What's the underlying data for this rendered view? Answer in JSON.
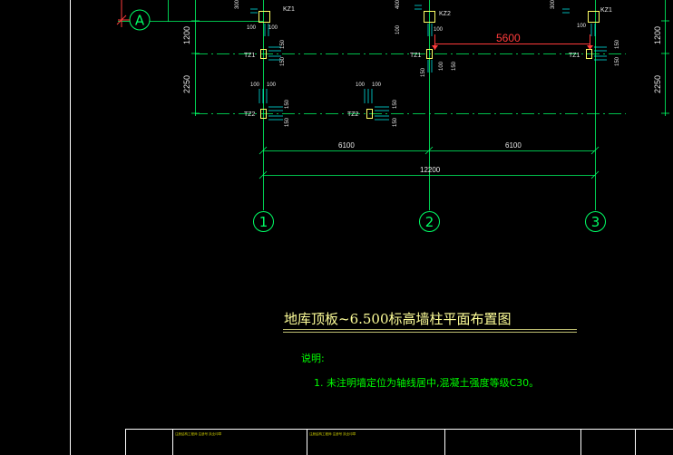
{
  "drawing": {
    "title": "地库顶板~6.500标高墙柱平面布置图",
    "notes_heading": "说明:",
    "note_1": "1. 未注明墙定位为轴线居中,混凝土强度等级C30。"
  },
  "axes": {
    "row_a": "A",
    "col_1": "1",
    "col_2": "2",
    "col_3": "3"
  },
  "columns": {
    "kz1_left": "KZ1",
    "kz2": "KZ2",
    "kz1_right": "KZ1",
    "tz1_left": "TZ1",
    "tz1_mid": "TZ1",
    "tz1_right": "TZ1",
    "tz2_left": "TZ2",
    "tz2_right": "TZ2"
  },
  "dimensions": {
    "span_1_2": "6100",
    "span_2_3": "6100",
    "total": "12200",
    "left_1200": "1200",
    "left_2250": "2250",
    "right_1200": "1200",
    "right_2250": "2250",
    "red_span": "5600",
    "d100": "100",
    "d150": "150",
    "d300": "300",
    "d400": "400"
  },
  "title_block": {
    "cell_1": "注册结构工程师 注册号 执业印章",
    "cell_2": "注册结构工程师 注册号 执业印章"
  },
  "colors": {
    "background": "#000000",
    "axis_green": "#00ff66",
    "column_yellow": "#ffff66",
    "dim_gray": "#e8e8e8",
    "red_annotation": "#ff3b3b",
    "cyan_rebar": "#00ffff"
  }
}
